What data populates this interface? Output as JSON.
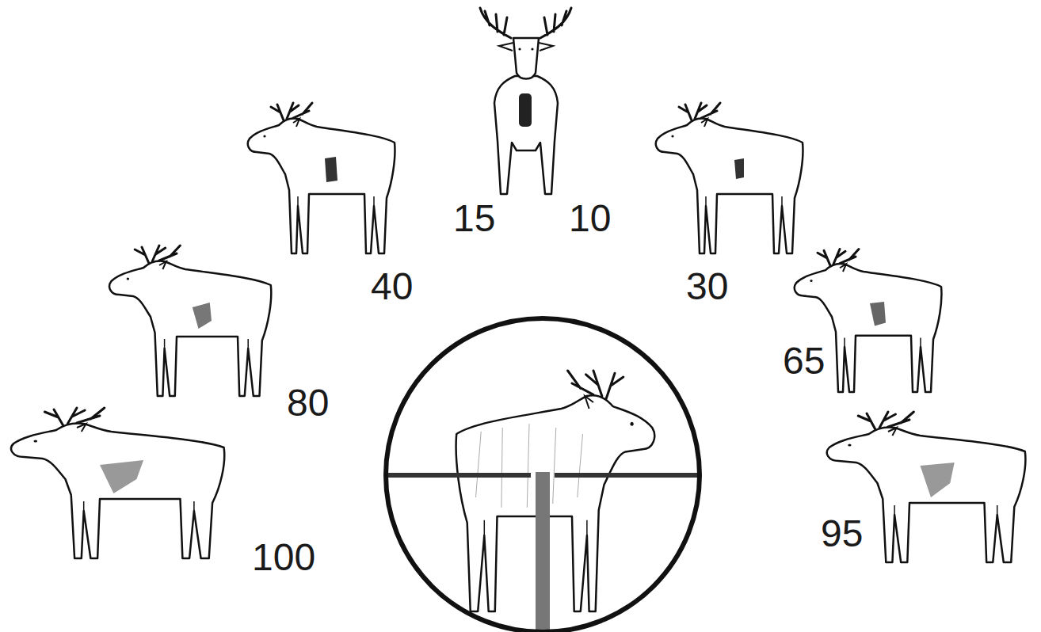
{
  "diagram": {
    "labels": [
      "15",
      "10",
      "40",
      "30",
      "80",
      "65",
      "100",
      "95"
    ]
  }
}
